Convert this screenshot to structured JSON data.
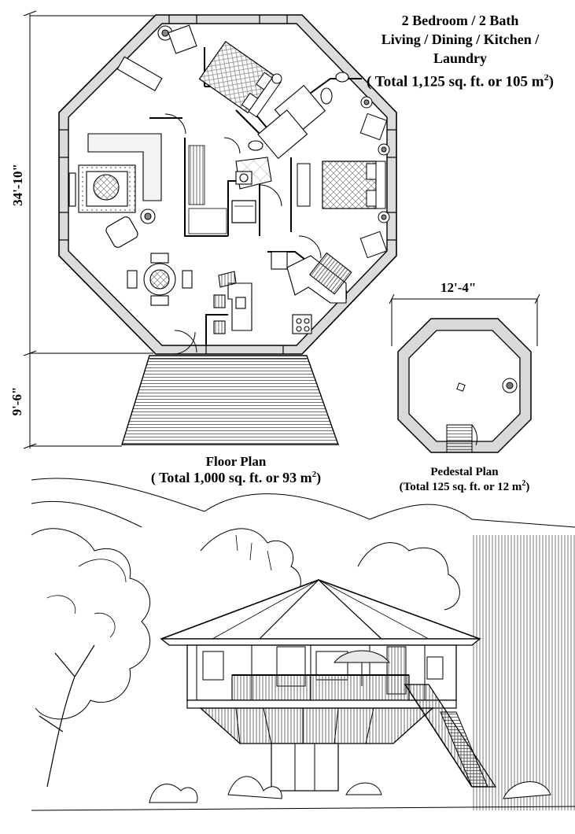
{
  "title": {
    "line1": "2 Bedroom / 2 Bath",
    "line2": "Living / Dining / Kitchen / Laundry",
    "line3_prefix": "( Total 1,125 sq. ft. or 105 m",
    "line3_sup": "2",
    "line3_suffix": ")"
  },
  "floor_plan": {
    "label": "Floor Plan",
    "area_prefix": "( Total 1,000 sq. ft. or 93 m",
    "area_sup": "2",
    "area_suffix": ")",
    "dim_height": "34'-10\"",
    "dim_deck": "9'-6\""
  },
  "pedestal_plan": {
    "label": "Pedestal Plan",
    "area_prefix": "(Total 125 sq. ft. or 12 m",
    "area_sup": "2",
    "area_suffix": ")",
    "dim_width": "12'-4\""
  },
  "colors": {
    "line": "#000000",
    "wall_fill": "#d9d9d9",
    "pattern": "#bdbdbd",
    "background": "#ffffff"
  }
}
